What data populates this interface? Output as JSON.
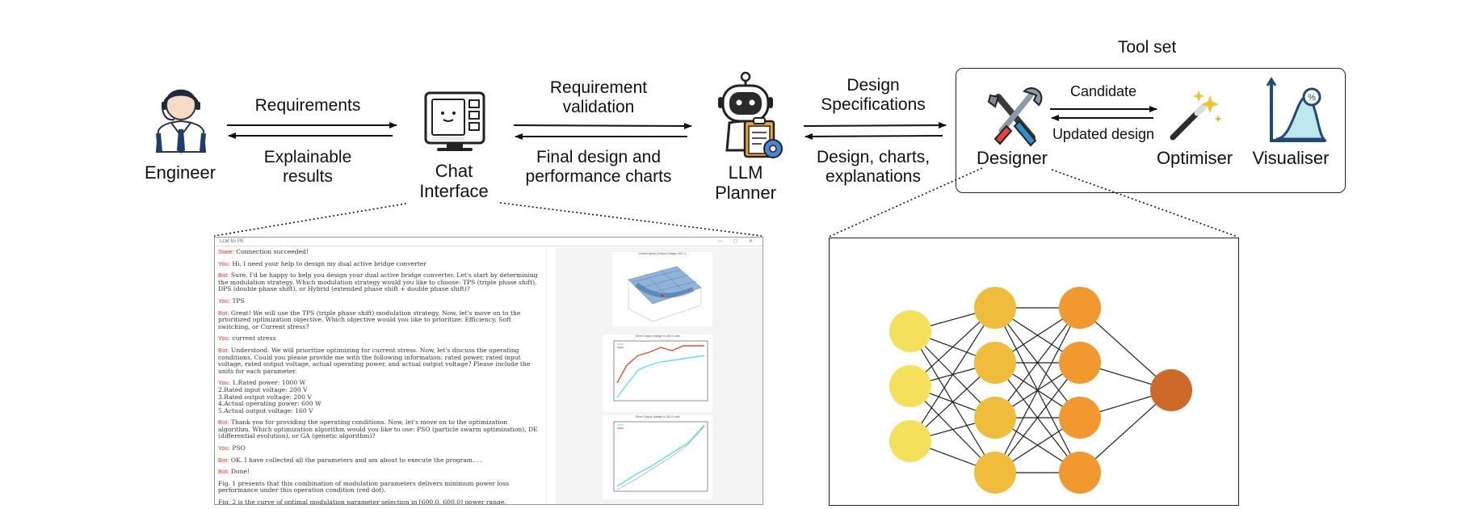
{
  "nodes": {
    "engineer": "Engineer",
    "chat_interface": [
      "Chat",
      "Interface"
    ],
    "llm_planner": [
      "LLM",
      "Planner"
    ],
    "designer": "Designer",
    "optimiser": "Optimiser",
    "visualiser": "Visualiser"
  },
  "toolset_title": "Tool set",
  "edges": {
    "requirements": "Requirements",
    "explainable_results": [
      "Explainable",
      "results"
    ],
    "requirement_validation": [
      "Requirement",
      "validation"
    ],
    "final_design": [
      "Final design and",
      "performance charts"
    ],
    "design_specifications": [
      "Design",
      "Specifications"
    ],
    "design_charts": [
      "Design, charts,",
      "explanations"
    ],
    "candidate": "Candidate",
    "updated_design": "Updated design"
  },
  "chat": {
    "window_title": "LLM for PE",
    "messages": [
      {
        "role": "State:",
        "text": " Connection succeeded!"
      },
      {
        "role": "You:",
        "text": " Hi, I need your help to design my dual active bridge converter"
      },
      {
        "role": "Bot:",
        "text": " Sure, I'd be happy to help you design your dual active bridge converter. Let's start by determining the modulation strategy. Which modulation strategy would you like to choose: TPS (triple phase shift), DPS (double phase shift), or Hybrid (extended phase shift + double phase shift)?"
      },
      {
        "role": "You:",
        "text": " TPS"
      },
      {
        "role": "Bot:",
        "text": " Great! We will use the TPS (triple phase shift) modulation strategy. Now, let's move on to the prioritized optimization objective. Which objective would you like to prioritize: Efficiency, Soft switching, or Current stress?"
      },
      {
        "role": "You:",
        "text": " current stress"
      },
      {
        "role": "Bot:",
        "text": " Understood. We will prioritize optimizing for current stress. Now, let's discuss the operating conditions. Could you please provide me with the following information: rated power, rated input voltage, rated output voltage, actual operating power, and actual output voltage? Please include the units for each parameter."
      },
      {
        "role": "You:",
        "text": " 1.Rated power: 1000 W\n2.Rated input voltage: 200 V\n3.Rated output voltage: 200 V\n4.Actual operating power: 600 W\n5.Actual output voltage: 160 V"
      },
      {
        "role": "Bot:",
        "text": " Thank you for providing the operating conditions. Now, let's move on to the optimization algorithm. Which optimization algorithm would you like to use: PSO (particle swarm optimization), DE (differential evolution), or GA (genetic algorithm)?"
      },
      {
        "role": "You:",
        "text": " PSO"
      },
      {
        "role": "Bot:",
        "text": " OK. I have collected all the parameters and am about to execute the program. . ."
      },
      {
        "role": "Bot:",
        "text": " Done!"
      },
      {
        "role": "",
        "text": "Fig. 1 presents that this combination of modulation parameters delivers minimum power loss performance under this operation condition (red dot)."
      },
      {
        "role": "",
        "text": "Fig. 2 is the curve of optimal modulation parameter selection in [600.0, 600.0] power range."
      }
    ],
    "plot_titles": [
      "Current stress (Output Voltage=160 V)",
      "Given Output Voltage is 160.0 volts",
      "Given Output Voltage is 160.0 volts"
    ]
  },
  "neural_net": {
    "layers": [
      3,
      4,
      4,
      1
    ],
    "colors": [
      "#f4e05a",
      "#f0bc3c",
      "#f1982e",
      "#cd6a2a"
    ]
  }
}
